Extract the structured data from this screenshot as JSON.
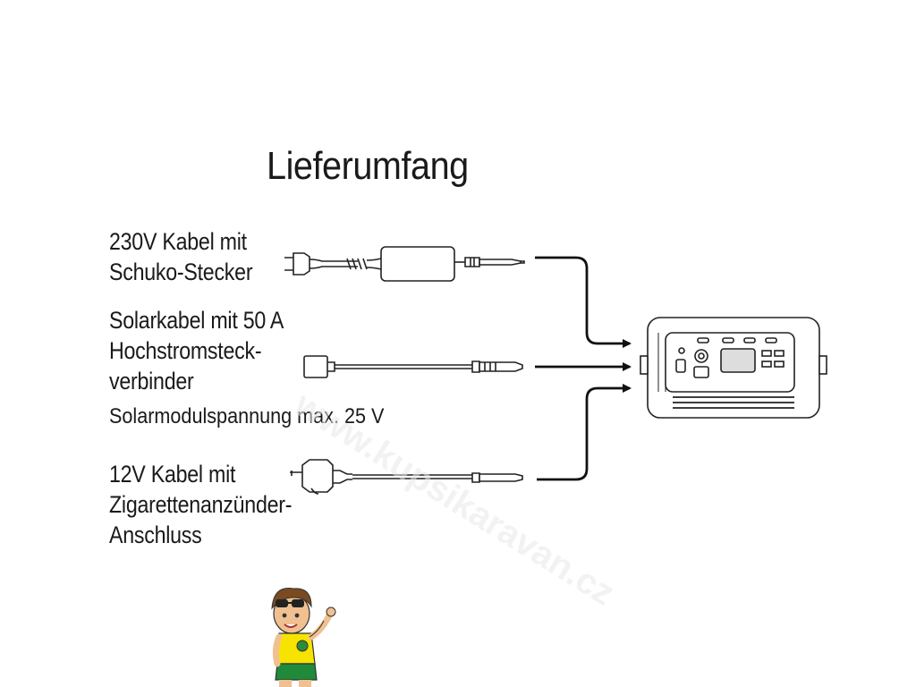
{
  "title": "Lieferumfang",
  "items": [
    {
      "lines": [
        "230V Kabel mit",
        "Schuko-Stecker"
      ]
    },
    {
      "lines": [
        "Solarkabel mit 50 A",
        "Hochstromsteck-",
        "verbinder"
      ],
      "note": "Solarmodulspannung max. 25 V"
    },
    {
      "lines": [
        "12V Kabel mit",
        "Zigarettenanzünder-",
        "Anschluss"
      ]
    }
  ],
  "watermark": "www.kupsikaravan.cz"
}
